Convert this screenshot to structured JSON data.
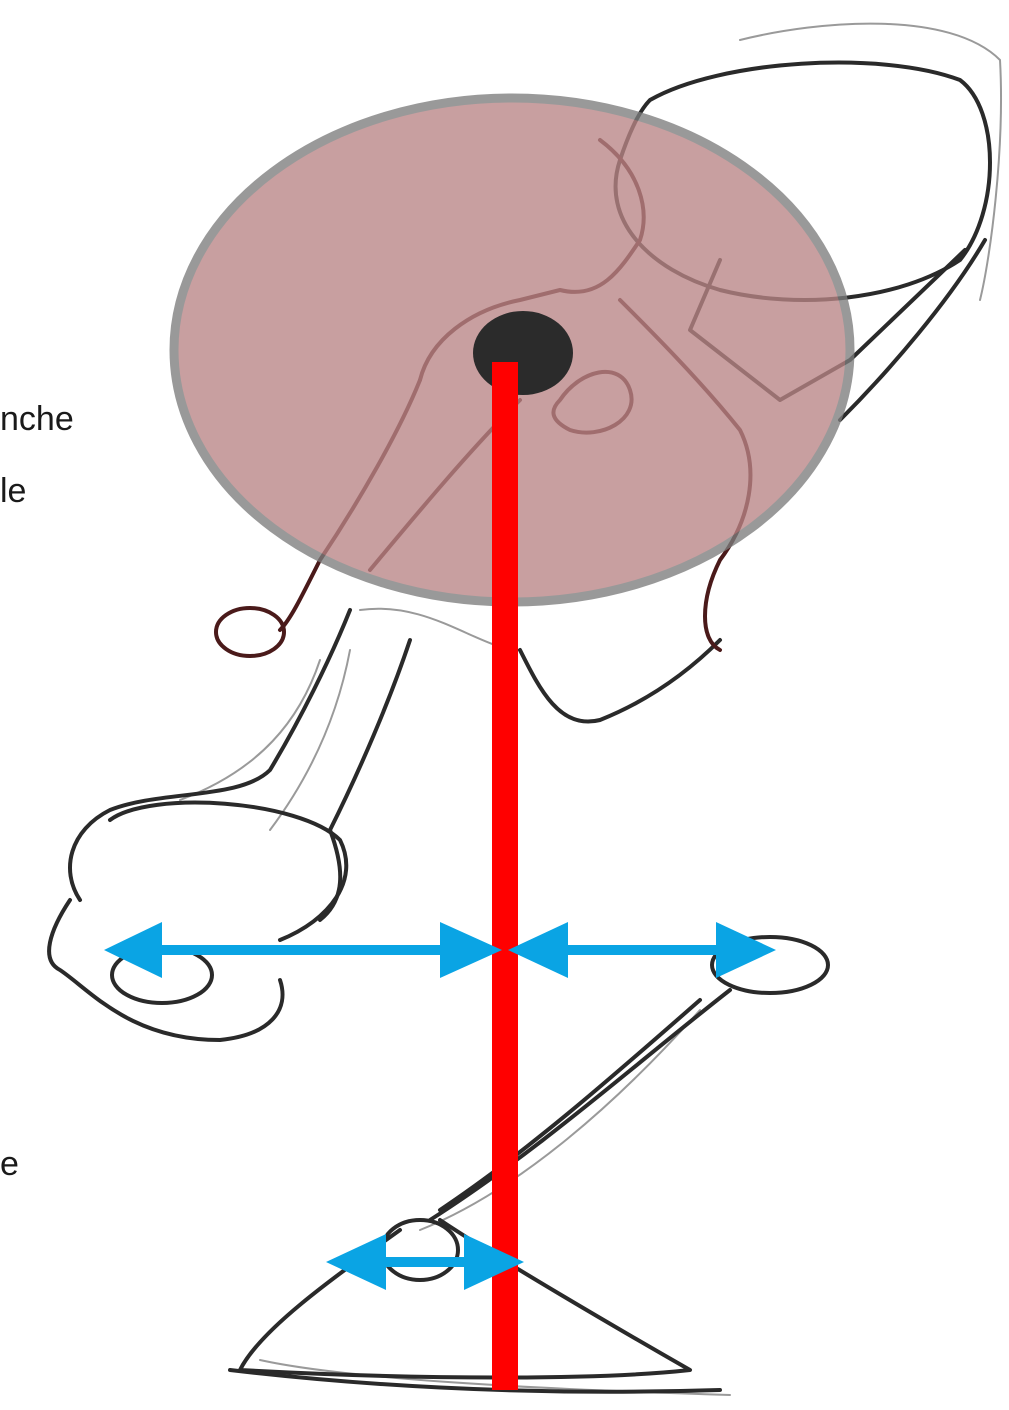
{
  "text_fragments": {
    "top_line1": "nche",
    "top_line2": "le",
    "bottom": "e"
  },
  "colors": {
    "mass_disc_fill": "#b98586",
    "mass_disc_stroke": "#7d7d7d",
    "center_of_mass_dot": "#2b2b2b",
    "plumb_line": "#ff0000",
    "lever_arrows": "#0aa4e4",
    "sketch_dark": "#2a2a2a",
    "sketch_light": "#9a9a9a",
    "sketch_pelvis": "#4a1a1a"
  }
}
